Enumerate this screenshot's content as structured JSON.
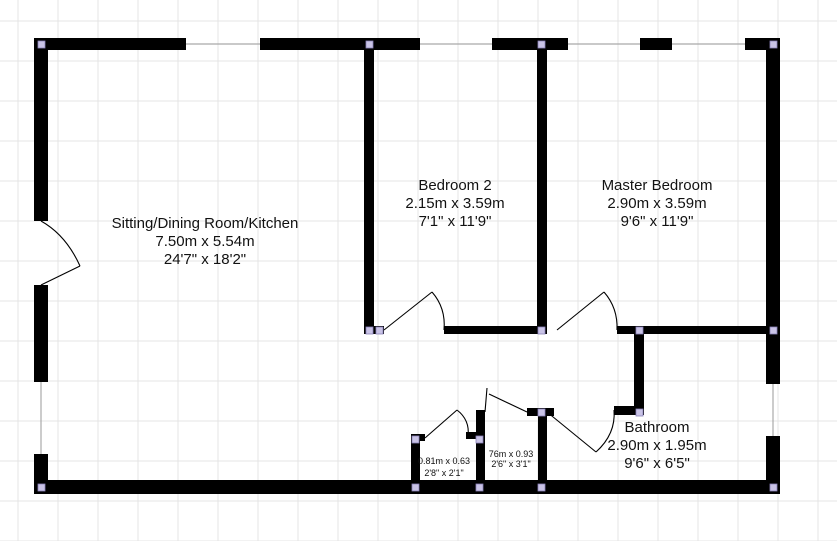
{
  "colors": {
    "background": "#ffffff",
    "grid": "#e4e4e4",
    "wall": "#000000",
    "window": "#a9a9a9",
    "node": "#c9c3e6"
  },
  "rooms": {
    "sitting": {
      "name": "Sitting/Dining Room/Kitchen",
      "metric": "7.50m x 5.54m",
      "imperial": "24'7\" x 18'2\""
    },
    "bedroom2": {
      "name": "Bedroom 2",
      "metric": "2.15m x 3.59m",
      "imperial": "7'1\" x 11'9\""
    },
    "master": {
      "name": "Master Bedroom",
      "metric": "2.90m x 3.59m",
      "imperial": "9'6\" x 11'9\""
    },
    "bathroom": {
      "name": "Bathroom",
      "metric": "2.90m x 1.95m",
      "imperial": "9'6\" x 6'5\""
    },
    "cupboard1": {
      "metric": "0.81m x 0.63",
      "imperial": "2'8\" x 2'1\""
    },
    "cupboard2": {
      "metric": "76m x 0.93",
      "imperial": "2'6\" x 3'1\""
    }
  }
}
